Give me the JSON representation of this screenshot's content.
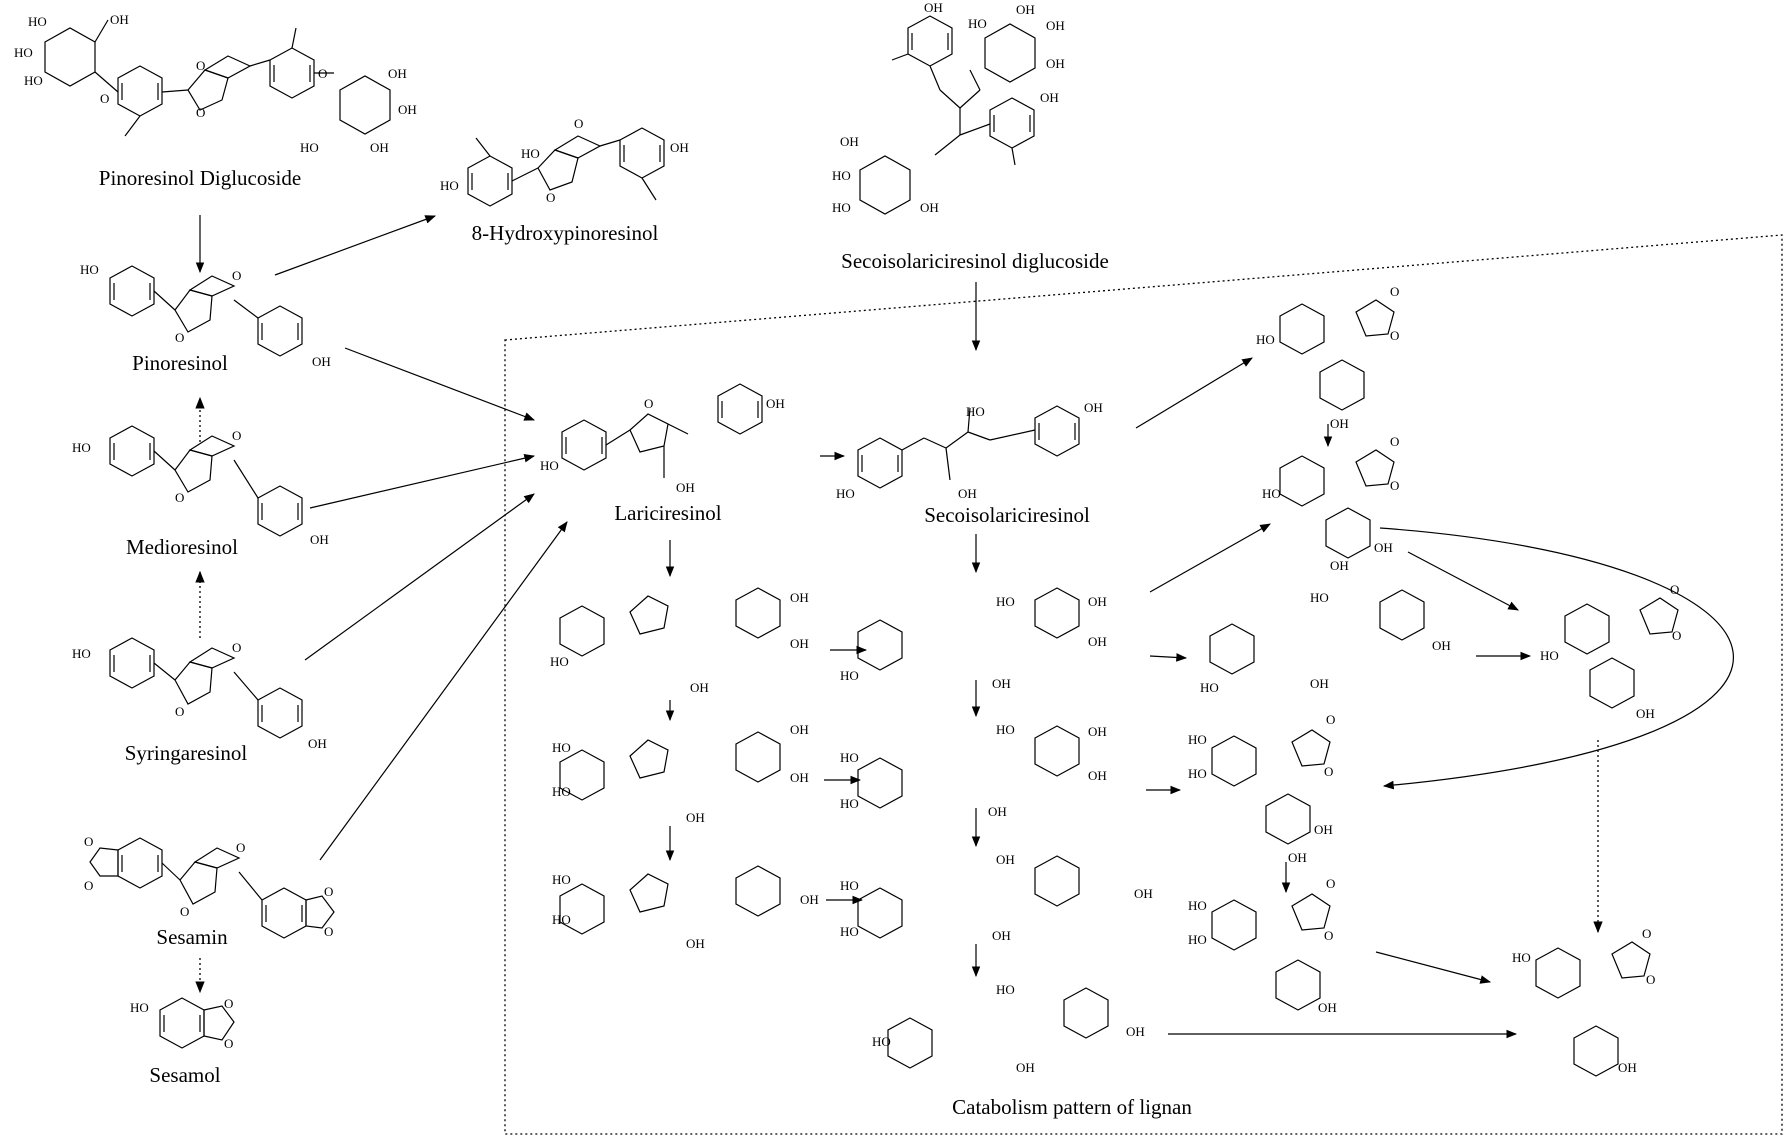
{
  "compounds": {
    "pinoresinol_diglucoside": "Pinoresinol Diglucoside",
    "hydroxypinoresinol": "8-Hydroxypinoresinol",
    "secoisolariciresinol_diglucoside": "Secoisolariciresinol diglucoside",
    "pinoresinol": "Pinoresinol",
    "medioresinol": "Medioresinol",
    "syringaresinol": "Syringaresinol",
    "sesamin": "Sesamin",
    "sesamol": "Sesamol",
    "lariciresinol": "Lariciresinol",
    "secoisolariciresinol": "Secoisolariciresinol"
  },
  "region_label": "Catabolism pattern of lignan",
  "atoms": {
    "oh": "OH",
    "ho": "HO",
    "o": "O"
  },
  "colors": {
    "ink": "#000000",
    "background": "#ffffff"
  }
}
